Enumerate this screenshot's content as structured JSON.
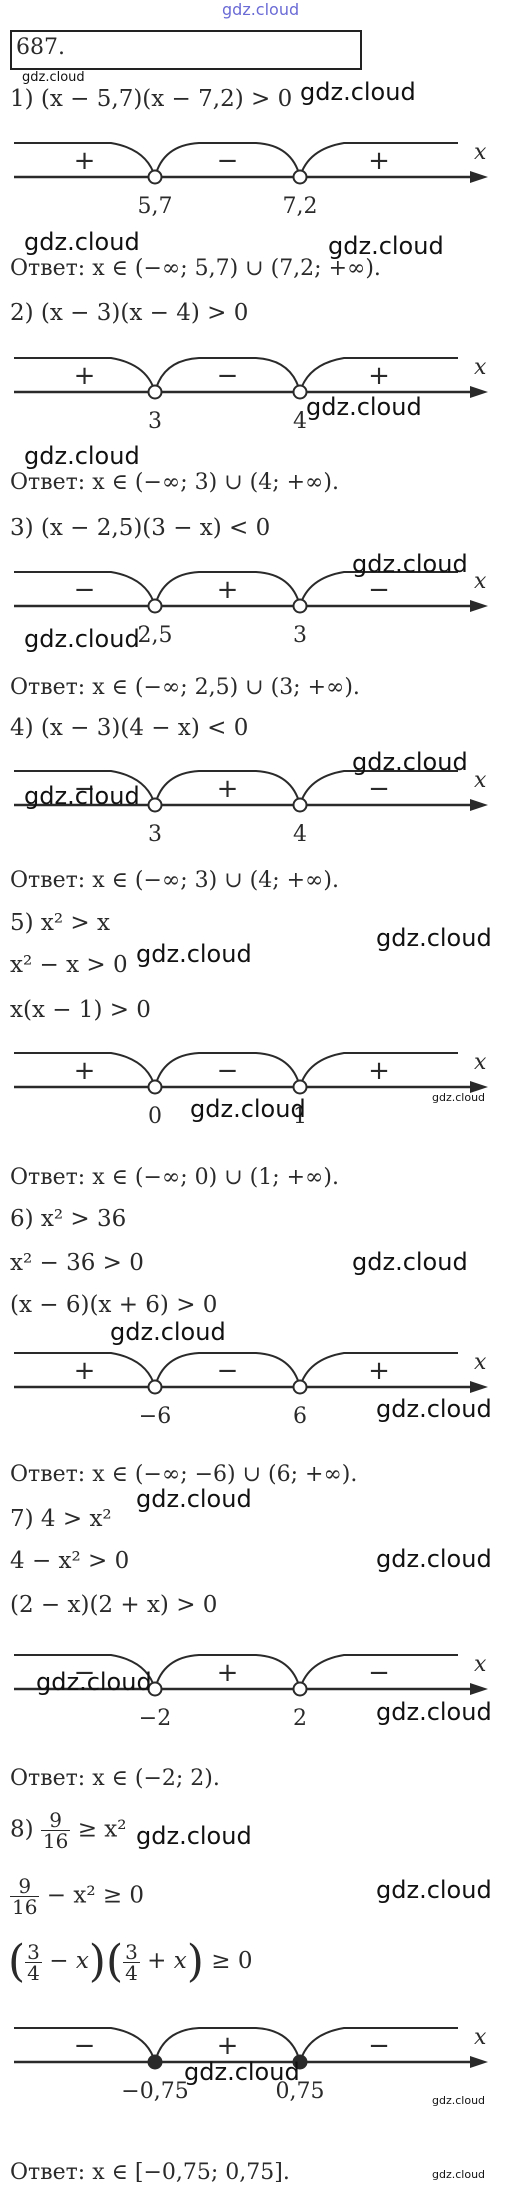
{
  "top_watermark": "gdz.cloud",
  "header": {
    "number": "687."
  },
  "watermark": "gdz.cloud",
  "axis_var": "x",
  "items": [
    {
      "lines": [
        "1) (x − 5,7)(x − 7,2) > 0"
      ],
      "signs": [
        "+",
        "−",
        "+"
      ],
      "points": [
        "5,7",
        "7,2"
      ],
      "filled": false,
      "answer": "Ответ: x ∈ (−∞; 5,7) ∪ (7,2; +∞)."
    },
    {
      "lines": [
        "2) (x − 3)(x − 4) > 0"
      ],
      "signs": [
        "+",
        "−",
        "+"
      ],
      "points": [
        "3",
        "4"
      ],
      "filled": false,
      "answer": "Ответ: x ∈ (−∞; 3) ∪ (4; +∞)."
    },
    {
      "lines": [
        "3) (x − 2,5)(3 − x) < 0"
      ],
      "signs": [
        "−",
        "+",
        "−"
      ],
      "points": [
        "2,5",
        "3"
      ],
      "filled": false,
      "answer": "Ответ: x ∈ (−∞; 2,5) ∪ (3; +∞)."
    },
    {
      "lines": [
        "4) (x − 3)(4 − x) < 0"
      ],
      "signs": [
        "−",
        "+",
        "−"
      ],
      "points": [
        "3",
        "4"
      ],
      "filled": false,
      "answer": "Ответ: x ∈ (−∞; 3) ∪ (4; +∞)."
    },
    {
      "lines": [
        "5) x² > x",
        "x² − x > 0",
        "x(x − 1) > 0"
      ],
      "signs": [
        "+",
        "−",
        "+"
      ],
      "points": [
        "0",
        "1"
      ],
      "filled": false,
      "answer": "Ответ: x ∈ (−∞; 0) ∪ (1; +∞)."
    },
    {
      "lines": [
        "6) x² > 36",
        "x² − 36 > 0",
        "(x − 6)(x + 6) > 0"
      ],
      "signs": [
        "+",
        "−",
        "+"
      ],
      "points": [
        "−6",
        "6"
      ],
      "filled": false,
      "answer": "Ответ: x ∈ (−∞; −6) ∪ (6; +∞)."
    },
    {
      "lines": [
        "7) 4 > x²",
        "4 − x² > 0",
        "(2 − x)(2 + x) > 0"
      ],
      "signs": [
        "−",
        "+",
        "−"
      ],
      "points": [
        "−2",
        "2"
      ],
      "filled": false,
      "answer": "Ответ: x ∈ (−2; 2)."
    },
    {
      "lines": [
        "8)",
        "≥ x²",
        "− x² ≥ 0",
        "≥ 0"
      ],
      "frac_num": "9",
      "frac_den": "16",
      "frac2_num": "3",
      "frac2_den": "4",
      "signs": [
        "−",
        "+",
        "−"
      ],
      "points": [
        "−0,75",
        "0,75"
      ],
      "filled": true,
      "answer": "Ответ: x ∈ [−0,75; 0,75]."
    }
  ]
}
